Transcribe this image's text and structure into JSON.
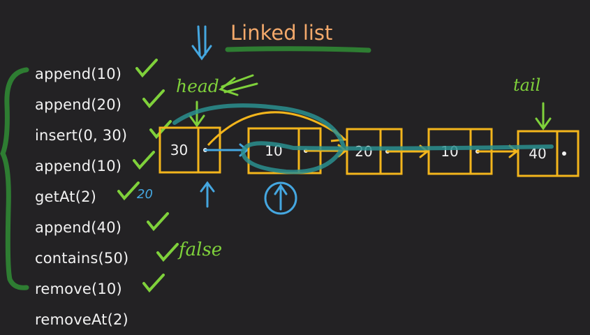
{
  "title": "Linked list",
  "operations": [
    {
      "call": "append(10)",
      "done": true
    },
    {
      "call": "append(20)",
      "done": true
    },
    {
      "call": "insert(0, 30)",
      "done": true
    },
    {
      "call": "append(10)",
      "done": true
    },
    {
      "call": "getAt(2)",
      "done": true
    },
    {
      "call": "append(40)",
      "done": true
    },
    {
      "call": "contains(50)",
      "done": true
    },
    {
      "call": "remove(10)",
      "done": true
    },
    {
      "call": "removeAt(2)",
      "done": false
    }
  ],
  "annotations": {
    "head": "head",
    "tail": "tail",
    "getAt_result": "20",
    "contains_result": "false",
    "removed_marker": "1"
  },
  "nodes": [
    {
      "value": "30"
    },
    {
      "value": "10"
    },
    {
      "value": "20"
    },
    {
      "value": "10"
    },
    {
      "value": "40"
    }
  ],
  "colors": {
    "background": "#232224",
    "node": "#f3b51c",
    "check": "#7fd13b",
    "title": "#f3a96b",
    "pointer": "#45a7e0",
    "strike": "#2a8f8f",
    "bracket": "#2e7d32"
  }
}
